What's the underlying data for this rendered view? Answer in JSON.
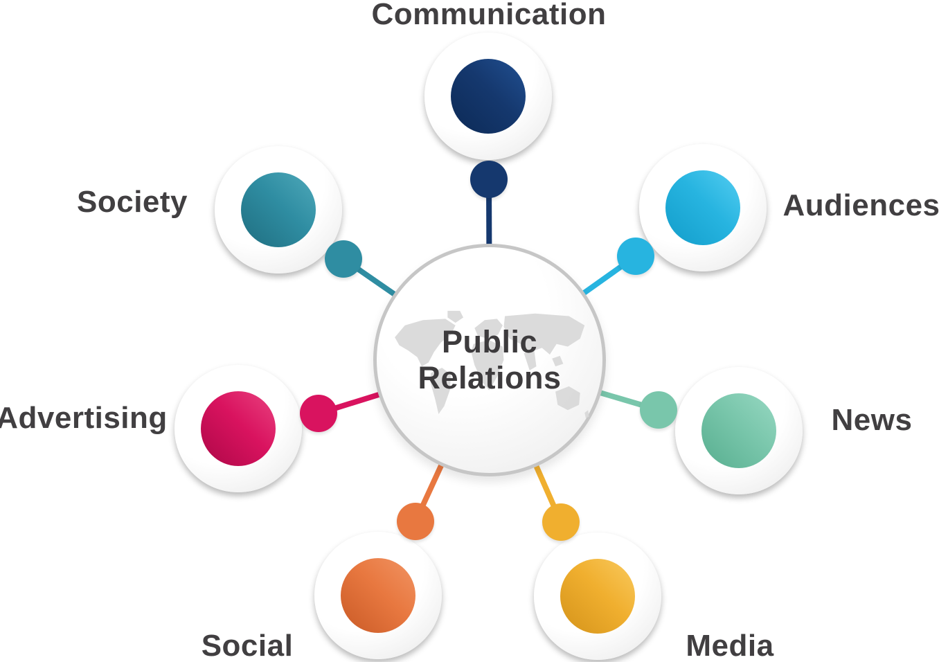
{
  "background_color": "#ffffff",
  "label_text_color": "#413f41",
  "center": {
    "title_line1": "Public",
    "title_line2": "Relations",
    "title_color": "#3d3b3d",
    "ring_color": "#c6c6c6",
    "map_icon": "world-map",
    "map_color": "#d8d8d8"
  },
  "nodes": [
    {
      "id": "communication",
      "label": "Communication",
      "color": "#15386e",
      "color_light": "#215092",
      "color_dark": "#0c2a56"
    },
    {
      "id": "society",
      "label": "Society",
      "color": "#2f8da2",
      "color_light": "#4fa9ba",
      "color_dark": "#1f6e80"
    },
    {
      "id": "audiences",
      "label": "Audiences",
      "color": "#27b4e0",
      "color_light": "#54cdf1",
      "color_dark": "#129dca"
    },
    {
      "id": "advertising",
      "label": "Advertising",
      "color": "#d9135f",
      "color_light": "#e94380",
      "color_dark": "#ad0747"
    },
    {
      "id": "news",
      "label": "News",
      "color": "#79c6ab",
      "color_light": "#97d8c2",
      "color_dark": "#57ae8f"
    },
    {
      "id": "social",
      "label": "Social",
      "color": "#e87840",
      "color_light": "#f19463",
      "color_dark": "#c95a26"
    },
    {
      "id": "media",
      "label": "Media",
      "color": "#f0af2f",
      "color_light": "#f9ca5f",
      "color_dark": "#d4931a"
    }
  ]
}
